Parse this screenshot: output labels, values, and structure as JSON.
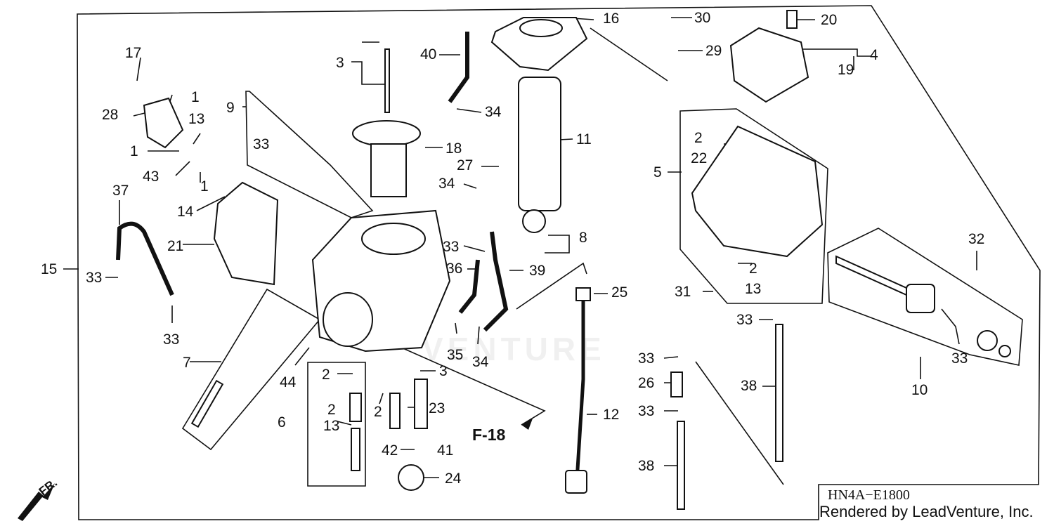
{
  "diagram": {
    "code": "HN4A−E1800",
    "credit": "Rendered by LeadVenture, Inc.",
    "fr_label": "FR.",
    "figure_ref": "F-18",
    "watermark": "VENTURE",
    "parts": [
      {
        "n": "17",
        "role": "label"
      },
      {
        "n": "28",
        "role": "label"
      },
      {
        "n": "1",
        "role": "label"
      },
      {
        "n": "13",
        "role": "label"
      },
      {
        "n": "1",
        "role": "label"
      },
      {
        "n": "43",
        "role": "label"
      },
      {
        "n": "1",
        "role": "label"
      },
      {
        "n": "14",
        "role": "label"
      },
      {
        "n": "37",
        "role": "label"
      },
      {
        "n": "21",
        "role": "label"
      },
      {
        "n": "15",
        "role": "label"
      },
      {
        "n": "33",
        "role": "label"
      },
      {
        "n": "33",
        "role": "label"
      },
      {
        "n": "7",
        "role": "label"
      },
      {
        "n": "9",
        "role": "label"
      },
      {
        "n": "33",
        "role": "label"
      },
      {
        "n": "3",
        "role": "label"
      },
      {
        "n": "18",
        "role": "label"
      },
      {
        "n": "40",
        "role": "label"
      },
      {
        "n": "34",
        "role": "label"
      },
      {
        "n": "16",
        "role": "label"
      },
      {
        "n": "11",
        "role": "label"
      },
      {
        "n": "27",
        "role": "label"
      },
      {
        "n": "34",
        "role": "label"
      },
      {
        "n": "8",
        "role": "label"
      },
      {
        "n": "33",
        "role": "label"
      },
      {
        "n": "36",
        "role": "label"
      },
      {
        "n": "39",
        "role": "label"
      },
      {
        "n": "25",
        "role": "label"
      },
      {
        "n": "35",
        "role": "label"
      },
      {
        "n": "34",
        "role": "label"
      },
      {
        "n": "44",
        "role": "label"
      },
      {
        "n": "2",
        "role": "label"
      },
      {
        "n": "3",
        "role": "label"
      },
      {
        "n": "2",
        "role": "label"
      },
      {
        "n": "23",
        "role": "label"
      },
      {
        "n": "2",
        "role": "label"
      },
      {
        "n": "13",
        "role": "label"
      },
      {
        "n": "6",
        "role": "label"
      },
      {
        "n": "42",
        "role": "label"
      },
      {
        "n": "41",
        "role": "label"
      },
      {
        "n": "24",
        "role": "label"
      },
      {
        "n": "12",
        "role": "label"
      },
      {
        "n": "30",
        "role": "label"
      },
      {
        "n": "29",
        "role": "label"
      },
      {
        "n": "20",
        "role": "label"
      },
      {
        "n": "4",
        "role": "label"
      },
      {
        "n": "19",
        "role": "label"
      },
      {
        "n": "2",
        "role": "label"
      },
      {
        "n": "22",
        "role": "label"
      },
      {
        "n": "5",
        "role": "label"
      },
      {
        "n": "2",
        "role": "label"
      },
      {
        "n": "13",
        "role": "label"
      },
      {
        "n": "31",
        "role": "label"
      },
      {
        "n": "33",
        "role": "label"
      },
      {
        "n": "32",
        "role": "label"
      },
      {
        "n": "33",
        "role": "label"
      },
      {
        "n": "10",
        "role": "label"
      },
      {
        "n": "33",
        "role": "label"
      },
      {
        "n": "26",
        "role": "label"
      },
      {
        "n": "33",
        "role": "label"
      },
      {
        "n": "38",
        "role": "label"
      },
      {
        "n": "38",
        "role": "label"
      }
    ]
  }
}
